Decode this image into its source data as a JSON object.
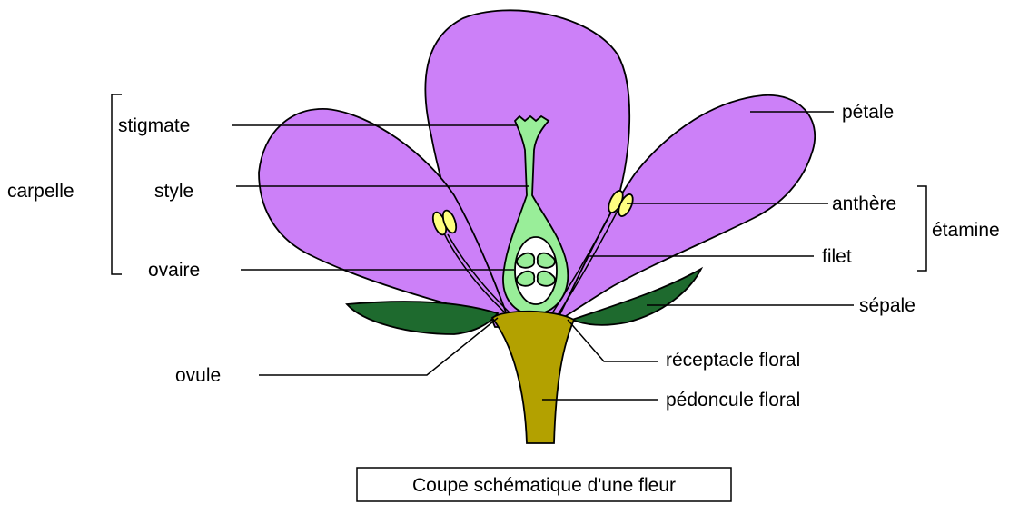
{
  "labels": {
    "stigmate": "stigmate",
    "style": "style",
    "carpelle": "carpelle",
    "ovaire": "ovaire",
    "ovule": "ovule",
    "petale": "pétale",
    "anthere": "anthère",
    "etamine": "étamine",
    "filet": "filet",
    "sepale": "sépale",
    "receptacle": "réceptacle floral",
    "pedoncule": "pédoncule floral"
  },
  "caption": "Coupe schématique d'une fleur",
  "colors": {
    "petal": "#cc80f8",
    "pistil": "#99ee99",
    "sepal": "#1e6a2e",
    "stem": "#b3a100",
    "anther": "#ffff80",
    "background": "#ffffff"
  }
}
